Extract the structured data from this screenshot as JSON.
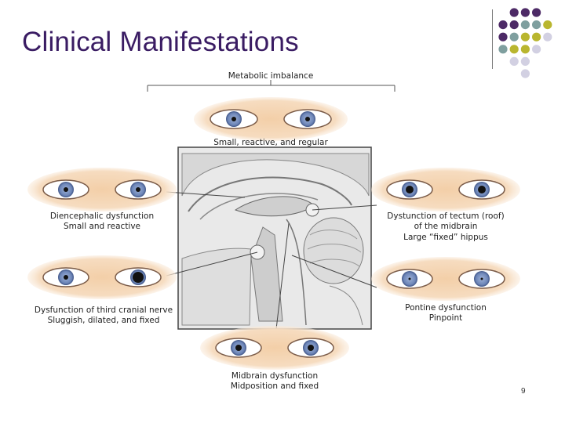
{
  "slide": {
    "title": "Clinical Manifestations",
    "page_number": "9"
  },
  "diagram": {
    "top_label": "Metabolic imbalance",
    "labels": {
      "top": [
        "Small, reactive, and regular"
      ],
      "left_mid": [
        "Diencephalic dysfunction",
        "Small and reactive"
      ],
      "left_low": [
        "Dysfunction of third cranial nerve",
        "Sluggish, dilated, and fixed"
      ],
      "right_mid": [
        "Dystunction of tectum (roof)",
        "of the midbrain",
        "Large “fixed” hippus"
      ],
      "right_low": [
        "Pontine dysfunction",
        "Pinpoint"
      ],
      "bottom": [
        "Midbrain dysfunction",
        "Midposition and fixed"
      ]
    }
  },
  "colors": {
    "title": "#3a1c63",
    "dot_purple": "#4d2a66",
    "dot_teal": "#7f9f9f",
    "dot_olive": "#b9b62f",
    "dot_lavender": "#d2d0e2",
    "iris": "#6d86b8"
  }
}
